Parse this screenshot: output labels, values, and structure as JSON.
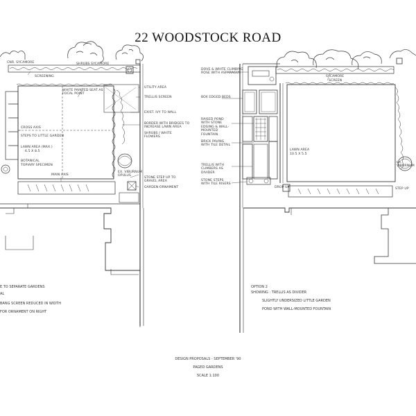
{
  "title": "22 WOODSTOCK ROAD",
  "left_plan": {
    "labels": {
      "hedge_tl": "CNR. SYCAMORE",
      "hedge_tl2": "SHRUBS  SYCAMORE",
      "hedge_tl3": "SCREENING",
      "painted_seat": "WHITE PAINTED SEAT AS FOCAL POINT",
      "utility": "UTILITY AREA",
      "trellis": "TRELLIS SCREEN",
      "ivy": "EXIST. IVY TO WALL",
      "border": "BORDER WITH BRIDGES TO INCREASE LAWN AREA",
      "shrubs_white": "SHRUBS / WHITE FLOWERS",
      "cross_axis": "CROSS AXIS",
      "steps_little": "STEPS TO LITTLE GARDEN",
      "lawn": "LAWN AREA (MAX.)",
      "lawn_dim": "6.5 X 8.5",
      "botanical": "BOTANICAL",
      "topiary": "TOPIARY SPECIMEN",
      "main_axis": "MAIN AXIS",
      "viburnum": "EX. VIBURNUM OPULUS",
      "stone_steps": "STONE STEP UP TO GRAVEL AREA",
      "garden_ornament": "GARDEN ORNAMENT"
    },
    "notes": [
      "E TO SEPARATE GARDENS",
      "AL",
      "BANG SCREEN REDUCED IN WIDTH",
      "FOR ORNAMENT ON RIGHT"
    ]
  },
  "right_plan": {
    "labels": {
      "dove_seat": "DOVE & WHITE CLIMBING ROSE WITH ASPARAGUS",
      "sycamore": "SYCAMORE",
      "screen": "SCREEN",
      "box_edged": "BOX EDGED BEDS",
      "raised_pond": "RAISED POND WITH STONE EDGING & WALL-MOUNTED FOUNTAIN",
      "brick_paving": "BRICK PAVING WITH TILE DETAIL",
      "lawn": "LAWN AREA",
      "lawn_dim": "10.5 X 5.5",
      "trellis_climbers": "TRELLIS WITH CLIMBERS AS DIVIDER",
      "stone_steps": "STONE STEPS WITH TILE RISERS",
      "viburnum": "EX. VIBURNUM OPULUS",
      "step_up": "STEP UP",
      "drop": "DROP UP",
      "vib_partial": "EX. VIBURNUM"
    },
    "notes": [
      "OPTION 2",
      "SHOWING : TRELLIS AS DIVIDER",
      "SLIGHTLY UNDERSIZED LITTLE GARDEN",
      "POND WITH WALL-MOUNTED FOUNTAIN"
    ]
  },
  "caption": {
    "line1": "DESIGN PROPOSALS - SEPTEMBER '90",
    "line2": "PAGED GARDENS",
    "line3": "SCALE 1:100"
  }
}
